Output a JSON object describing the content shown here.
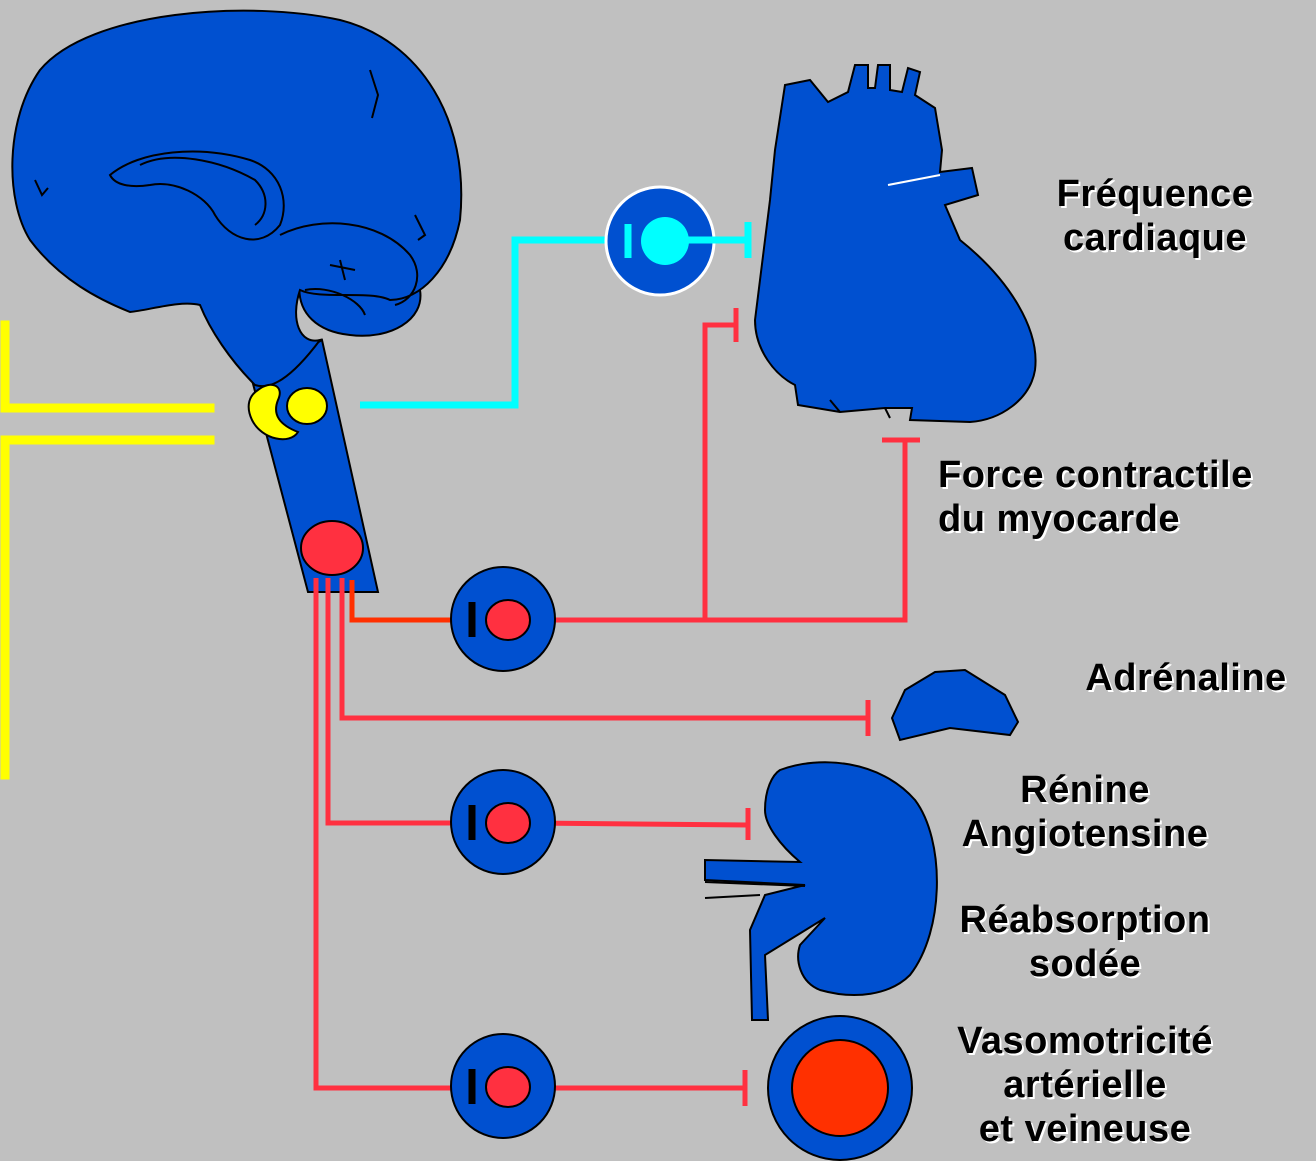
{
  "colors": {
    "background": "#c0c0c0",
    "organ_blue": "#0050d0",
    "sympathetic_red": "#ff3040",
    "parasympathetic_cyan": "#00ffff",
    "nucleus_yellow": "#ffff00",
    "vessel_lumen_red": "#ff3000"
  },
  "labels": {
    "heart_rate": [
      "Fréquence",
      "cardiaque"
    ],
    "contractility": [
      "Force contractile",
      "du myocarde"
    ],
    "adrenaline": [
      "Adrénaline"
    ],
    "renin": [
      "Rénine",
      "Angiotensine"
    ],
    "sodium": [
      "Réabsorption",
      "sodée"
    ],
    "vaso": [
      "Vasomotricité",
      "artérielle",
      "et veineuse"
    ]
  }
}
